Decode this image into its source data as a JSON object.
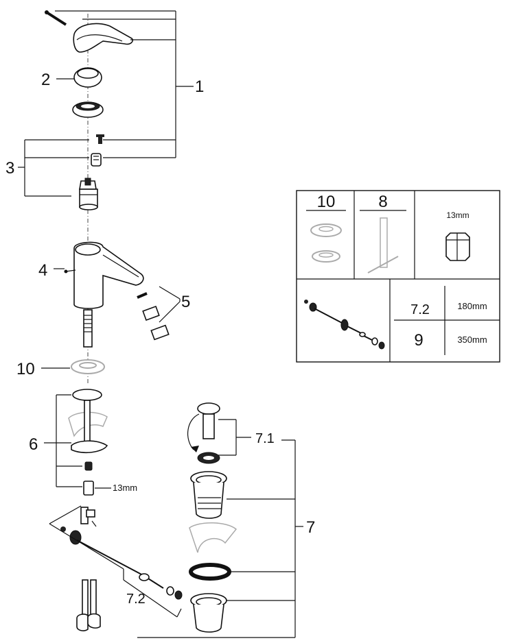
{
  "callouts": {
    "c1": "1",
    "c2": "2",
    "c3": "3",
    "c4": "4",
    "c5": "5",
    "c6": "6",
    "c7": "7",
    "c7_1": "7.1",
    "c7_2": "7.2",
    "c10": "10",
    "wrench_size": "13mm"
  },
  "tools_table": {
    "col1_header": "10",
    "col2_header": "8",
    "col3_size": "13mm",
    "rows": [
      {
        "part": "7.2",
        "length": "180mm"
      },
      {
        "part": "9",
        "length": "350mm"
      }
    ]
  }
}
